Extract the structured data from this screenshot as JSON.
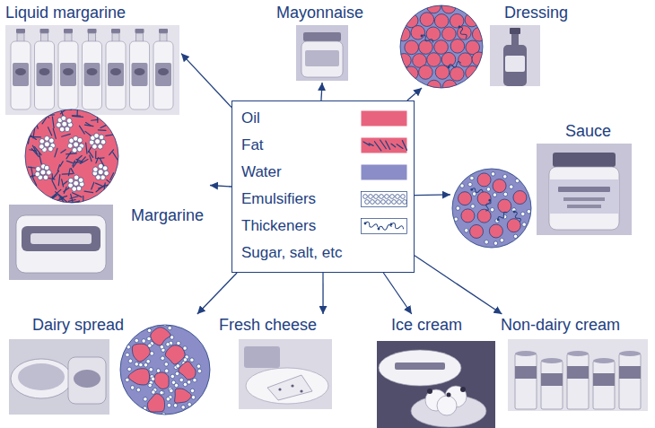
{
  "diagram": {
    "nodes": [
      {
        "text": [
          "Oil",
          "Fat",
          "Water",
          "Emulsifiers",
          "Thickeners",
          "Sugar, salt, etc"
        ]
      },
      {
        "text": [
          "Liquid margarine"
        ]
      },
      {
        "text": [
          "Mayonnaise"
        ]
      },
      {
        "text": [
          "Dressing"
        ]
      },
      {
        "text": [
          "Sauce"
        ]
      },
      {
        "text": [
          "Non-dairy cream"
        ]
      },
      {
        "text": [
          "Ice cream"
        ]
      },
      {
        "text": [
          "Fresh cheese"
        ]
      },
      {
        "text": [
          "Dairy spread"
        ]
      },
      {
        "text": [
          "Margarine"
        ]
      }
    ],
    "edges": [
      {
        "from": 0,
        "to": 1,
        "arrow": "to"
      },
      {
        "from": 0,
        "to": 2,
        "arrow": "to"
      },
      {
        "from": 0,
        "to": 3,
        "arrow": "to"
      },
      {
        "from": 0,
        "to": 4,
        "arrow": "to"
      },
      {
        "from": 0,
        "to": 5,
        "arrow": "to"
      },
      {
        "from": 0,
        "to": 6,
        "arrow": "to"
      },
      {
        "from": 0,
        "to": 7,
        "arrow": "to"
      },
      {
        "from": 0,
        "to": 8,
        "arrow": "to"
      },
      {
        "from": 0,
        "to": 9,
        "arrow": "to"
      }
    ]
  }
}
